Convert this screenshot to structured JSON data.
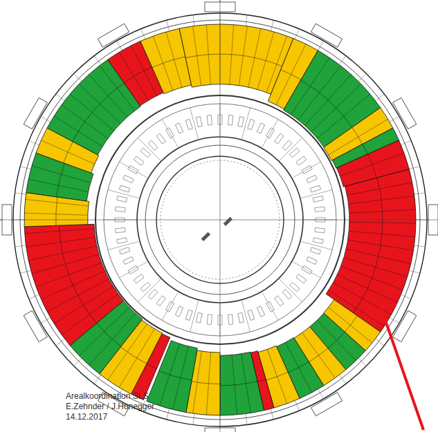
{
  "diagram": {
    "labels": [
      "Arealkoordination SLS",
      "E.Zehnder / J.Honegger",
      "14.12.2017"
    ]
  }
}
